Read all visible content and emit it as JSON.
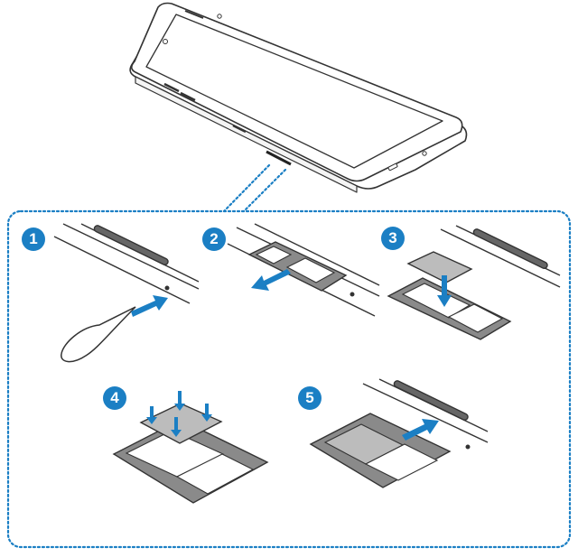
{
  "colors": {
    "accent": "#1b7fc4",
    "dotted_border": "#1b7fc4",
    "line": "#3a3a3a",
    "tray_fill": "#8a8a8a",
    "sim_fill": "#bcbcbc"
  },
  "steps": [
    {
      "number": "1",
      "icon": "eject-pin-insert"
    },
    {
      "number": "2",
      "icon": "tray-pull-out"
    },
    {
      "number": "3",
      "icon": "sim-place-in-tray"
    },
    {
      "number": "4",
      "icon": "sim-press-down"
    },
    {
      "number": "5",
      "icon": "tray-insert-back"
    }
  ]
}
